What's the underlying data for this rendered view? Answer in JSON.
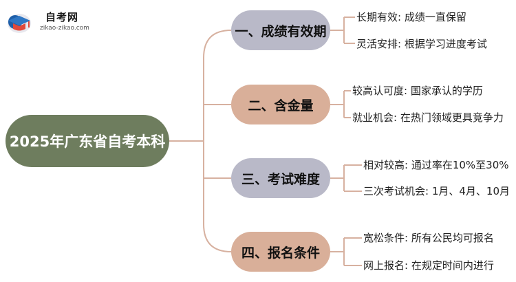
{
  "logo": {
    "name": "自考网",
    "url": "zikao-zikao.com"
  },
  "root": {
    "label": "2025年广东省自考本科"
  },
  "branches": [
    {
      "label": "一、成绩有效期",
      "leaves": [
        "长期有效: 成绩一直保留",
        "灵活安排: 根据学习进度考试"
      ]
    },
    {
      "label": "二、含金量",
      "leaves": [
        "较高认可度: 国家承认的学历",
        "就业机会: 在热门领域更具竞争力"
      ]
    },
    {
      "label": "三、考试难度",
      "leaves": [
        "相对较高: 通过率在10%至30%",
        "三次考试机会: 1月、4月、10月"
      ]
    },
    {
      "label": "四、报名条件",
      "leaves": [
        "宽松条件: 所有公民均可报名",
        "网上报名: 在规定时间内进行"
      ]
    }
  ],
  "colors": {
    "root": "#6e7d5e",
    "branch_grey": "#b9b9c8",
    "branch_tan": "#d9af99",
    "connector": "#d7b1a0"
  }
}
